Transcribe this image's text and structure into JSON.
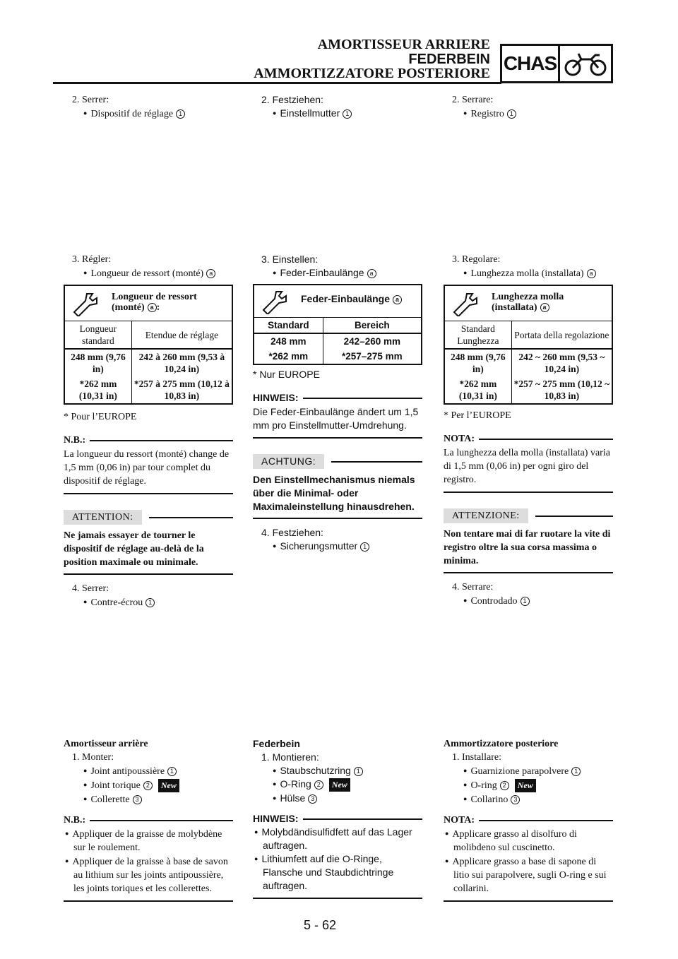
{
  "header": {
    "title_fr": "AMORTISSEUR ARRIERE",
    "title_de": "FEDERBEIN",
    "title_it": "AMMORTIZZATORE POSTERIORE",
    "section": "CHAS"
  },
  "fr": {
    "s2_title": "2. Serrer:",
    "s2_item": "Dispositif de réglage",
    "s2_ref": "1",
    "s3_title": "3. Régler:",
    "s3_item": "Longueur de ressort (monté)",
    "s3_ref": "a",
    "spec_title": "Longueur de ressort (monté)",
    "spec_ref": "a",
    "spec_colon": ":",
    "col1": "Longueur standard",
    "col2": "Etendue de réglage",
    "r1c1": "248 mm (9,76 in)",
    "r1c2": "242 à 260 mm (9,53 à 10,24 in)",
    "r2c1": "*262 mm (10,31 in)",
    "r2c2": "*257 à 275 mm (10,12 à 10,83 in)",
    "footnote": "* Pour l’EUROPE",
    "nb_title": "N.B.:",
    "nb_text": "La longueur du ressort (monté) change de 1,5 mm (0,06 in) par tour complet du dispositif de réglage.",
    "warn_title": "ATTENTION:",
    "warn_text": "Ne jamais essayer de tourner le dispositif de réglage au-delà de la position maximale ou minimale.",
    "s4_title": "4. Serrer:",
    "s4_item": "Contre-écrou",
    "s4_ref": "1",
    "section_title": "Amortisseur arrière",
    "i1_title": "1. Monter:",
    "i1_a": "Joint antipoussière",
    "i1_a_ref": "1",
    "i1_b": "Joint torique",
    "i1_b_ref": "2",
    "i1_c": "Collerette",
    "i1_c_ref": "3",
    "nb2_title": "N.B.:",
    "nb2_a": "Appliquer de la graisse de molybdène sur le roulement.",
    "nb2_b": "Appliquer de la graisse à base de savon au lithium sur les joints antipoussière, les joints toriques et les collerettes."
  },
  "de": {
    "s2_title": "2. Festziehen:",
    "s2_item": "Einstellmutter",
    "s2_ref": "1",
    "s3_title": "3. Einstellen:",
    "s3_item": "Feder-Einbaulänge",
    "s3_ref": "a",
    "spec_title": "Feder-Einbaulänge",
    "spec_ref": "a",
    "col1": "Standard",
    "col2": "Bereich",
    "r1c1": "248 mm",
    "r1c2": "242–260 mm",
    "r2c1": "*262 mm",
    "r2c2": "*257–275 mm",
    "footnote": "* Nur EUROPE",
    "nb_title": "HINWEIS:",
    "nb_text": "Die Feder-Einbaulänge ändert um 1,5 mm pro Einstellmutter-Umdrehung.",
    "warn_title": "ACHTUNG:",
    "warn_text": "Den Einstellmechanismus niemals über die Minimal- oder Maximaleinstellung hinausdrehen.",
    "s4_title": "4. Festziehen:",
    "s4_item": "Sicherungsmutter",
    "s4_ref": "1",
    "section_title": "Federbein",
    "i1_title": "1. Montieren:",
    "i1_a": "Staubschutzring",
    "i1_a_ref": "1",
    "i1_b": "O-Ring",
    "i1_b_ref": "2",
    "i1_c": "Hülse",
    "i1_c_ref": "3",
    "nb2_title": "HINWEIS:",
    "nb2_a": "Molybdändisulfidfett auf das Lager auftragen.",
    "nb2_b": "Lithiumfett auf die O-Ringe, Flansche und Staubdichtringe auftragen."
  },
  "it": {
    "s2_title": "2. Serrare:",
    "s2_item": "Registro",
    "s2_ref": "1",
    "s3_title": "3. Regolare:",
    "s3_item": "Lunghezza molla (installata)",
    "s3_ref": "a",
    "spec_title": "Lunghezza molla (installata)",
    "spec_ref": "a",
    "col1": "Standard Lunghezza",
    "col2": "Portata della regolazione",
    "r1c1": "248 mm (9,76 in)",
    "r1c2": "242 ~ 260 mm (9,53 ~ 10,24 in)",
    "r2c1": "*262 mm (10,31 in)",
    "r2c2": "*257 ~ 275 mm (10,12 ~ 10,83 in)",
    "footnote": "* Per l’EUROPE",
    "nb_title": "NOTA:",
    "nb_text": "La lunghezza della molla (installata) varia di 1,5 mm (0,06 in) per ogni giro del registro.",
    "warn_title": "ATTENZIONE:",
    "warn_text": "Non tentare mai di far ruotare la vite di registro oltre la sua corsa massima o minima.",
    "s4_title": "4. Serrare:",
    "s4_item": "Controdado",
    "s4_ref": "1",
    "section_title": "Ammortizzatore posteriore",
    "i1_title": "1. Installare:",
    "i1_a": "Guarnizione parapolvere",
    "i1_a_ref": "1",
    "i1_b": "O-ring",
    "i1_b_ref": "2",
    "i1_c": "Collarino",
    "i1_c_ref": "3",
    "nb2_title": "NOTA:",
    "nb2_a": "Applicare grasso al disolfuro di molibdeno sul cuscinetto.",
    "nb2_b": "Applicare grasso a base di sapone di litio sui parapolvere, sugli O-ring e sui collarini."
  },
  "new_badge": "New",
  "page_number": "5 - 62"
}
